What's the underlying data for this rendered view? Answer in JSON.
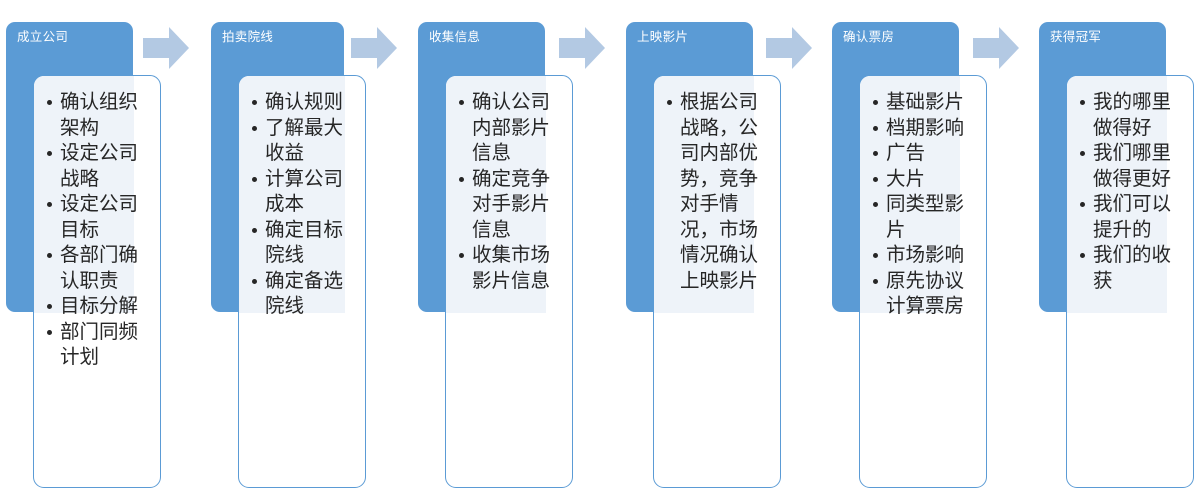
{
  "diagram": {
    "type": "process-flow",
    "title": "",
    "orientation": "horizontal",
    "colors": {
      "header_blue": "#5b9bd5",
      "card_white": "#ffffff",
      "card_tint": "#eef3f9",
      "card_border": "#5b9bd5",
      "arrow_blue": "#b3c9e3",
      "text_dark": "#262626",
      "header_text": "#ffffff"
    },
    "arrow_icon": "right-arrow-icon",
    "stages": [
      {
        "id": "stage-1",
        "title": "成立公司",
        "items": [
          "确认组织架构",
          "设定公司战略",
          "设定公司目标",
          "各部门确认职责",
          "目标分解",
          "部门同频计划"
        ]
      },
      {
        "id": "stage-2",
        "title": "拍卖院线",
        "items": [
          "确认规则",
          "了解最大收益",
          "计算公司成本",
          "确定目标院线",
          "确定备选院线"
        ]
      },
      {
        "id": "stage-3",
        "title": "收集信息",
        "items": [
          "确认公司内部影片信息",
          "确定竞争对手影片信息",
          "收集市场影片信息"
        ]
      },
      {
        "id": "stage-4",
        "title": "上映影片",
        "items": [
          "根据公司战略，公司内部优势，竞争对手情况，市场情况确认上映影片"
        ]
      },
      {
        "id": "stage-5",
        "title": "确认票房",
        "items": [
          "基础影片",
          "档期影响",
          "广告",
          "大片",
          "同类型影片",
          "市场影响",
          "原先协议计算票房"
        ]
      },
      {
        "id": "stage-6",
        "title": "获得冠军",
        "items": [
          "我的哪里做得好",
          "我们哪里做得更好",
          "我们可以提升的",
          "我们的收获"
        ]
      }
    ]
  }
}
